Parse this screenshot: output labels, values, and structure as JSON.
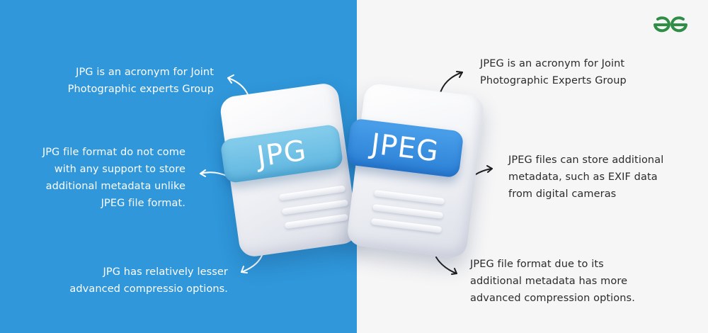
{
  "colors": {
    "left_background": "#2f97da",
    "right_background": "#f6f6f7",
    "jpg_badge": "#6cbfe6",
    "jpeg_badge": "#2e86de",
    "logo_green": "#2f8d46"
  },
  "logo": {
    "icon": "geeksforgeeks-logo-icon"
  },
  "files": {
    "jpg": {
      "label": "JPG"
    },
    "jpeg": {
      "label": "JPEG"
    }
  },
  "left_notes": [
    {
      "lines": [
        "JPG is an acronym for Joint",
        "Photographic experts Group"
      ]
    },
    {
      "lines": [
        "JPG file format do not come",
        "with any support to store",
        "additional metadata unlike",
        "JPEG file format."
      ]
    },
    {
      "lines": [
        "JPG has relatively lesser",
        "advanced compressio options."
      ]
    }
  ],
  "right_notes": [
    {
      "lines": [
        "JPEG is an acronym for Joint",
        "Photographic Experts Group"
      ]
    },
    {
      "lines": [
        "JPEG files can store additional",
        "metadata, such as EXIF data",
        "from digital cameras"
      ]
    },
    {
      "lines": [
        "JPEG file format due to its",
        "additional metadata has more",
        "advanced compression options."
      ]
    }
  ]
}
